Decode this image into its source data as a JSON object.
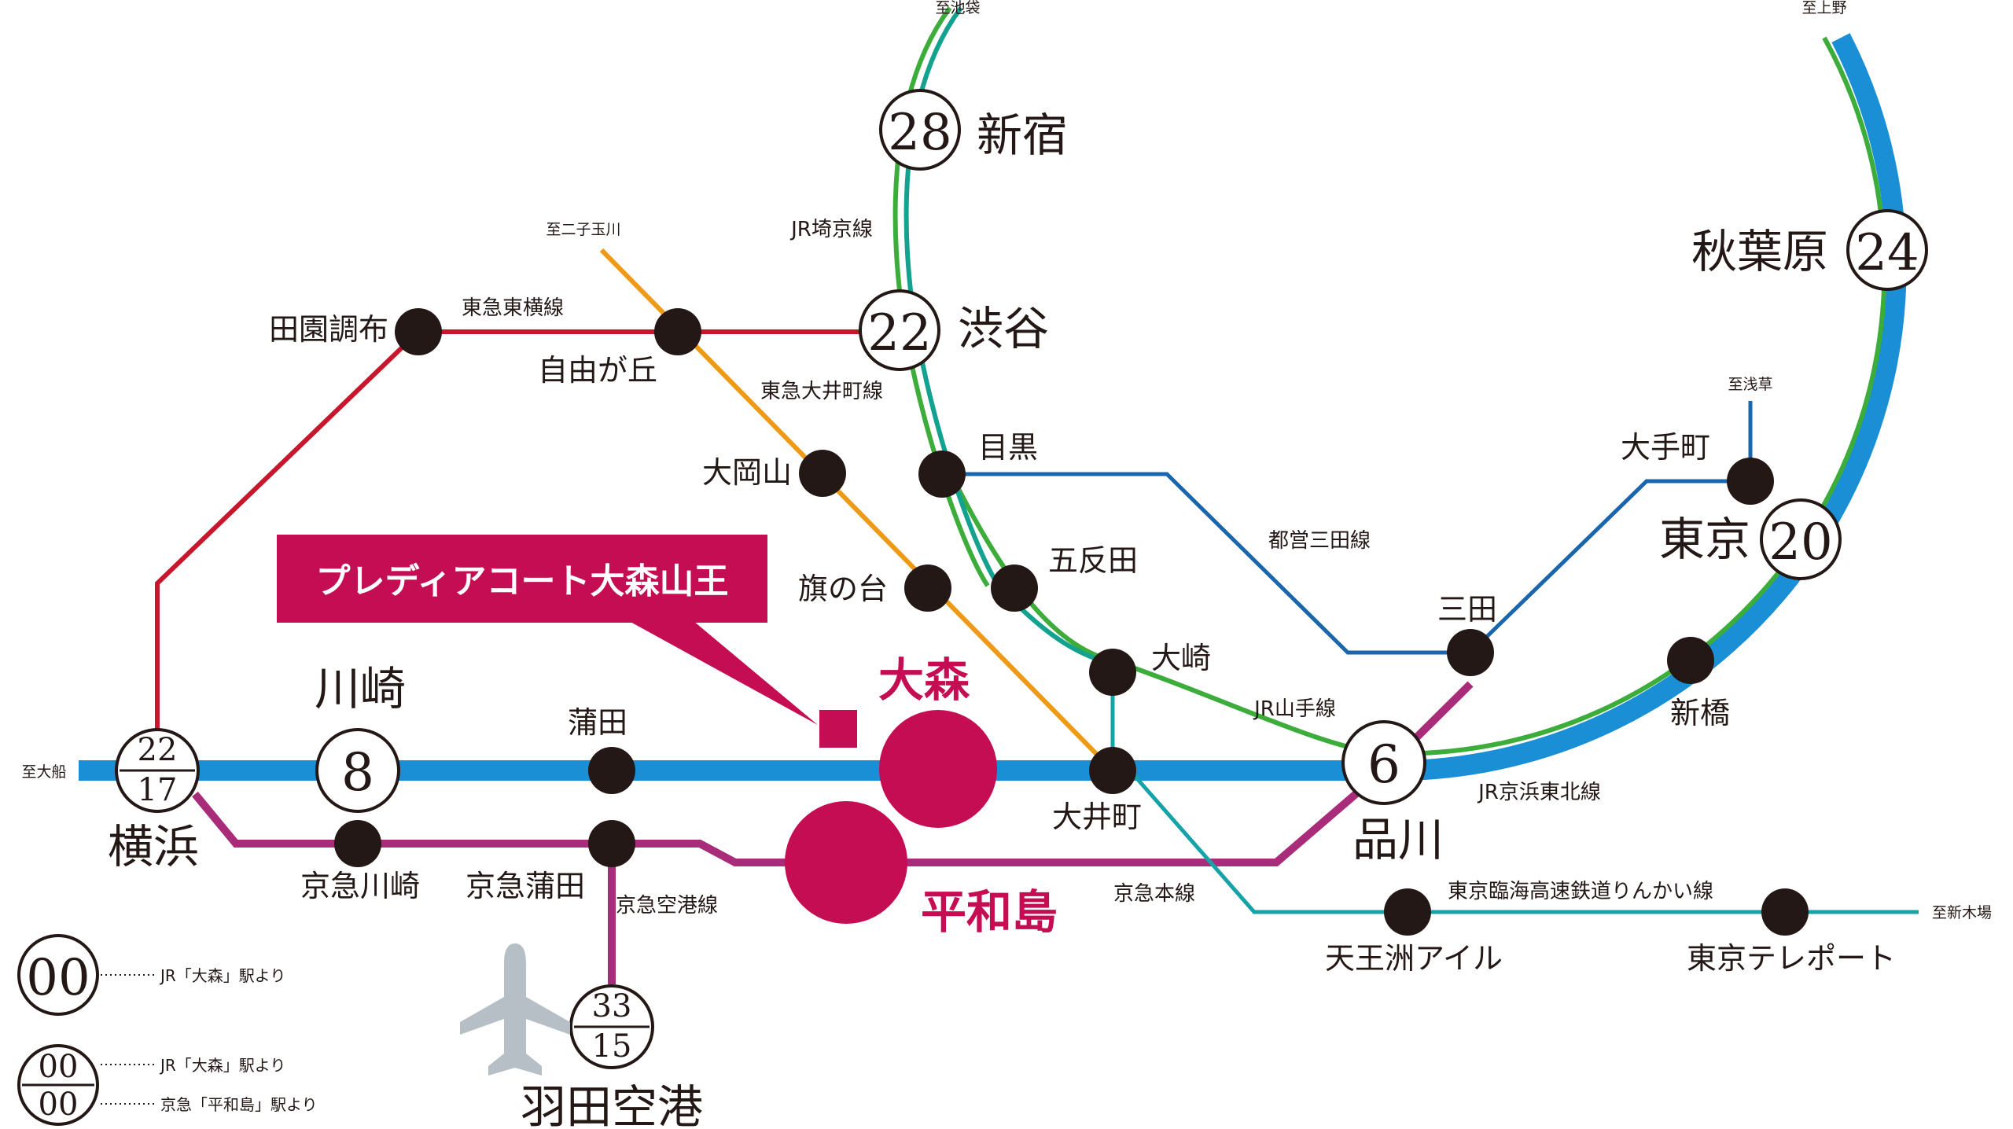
{
  "colors": {
    "jr_keihin_tohoku": "#1a8fd5",
    "jr_yamanote": "#3cac3a",
    "jr_saikyo": "#13a28f",
    "tokyu_toyoko": "#c8172c",
    "tokyu_oimachi": "#ee9a16",
    "toei_mita": "#1a66ad",
    "keikyu": "#a82c7a",
    "rinkai": "#16a3a8",
    "accent": "#c40d52",
    "station": "#231815"
  },
  "directions": {
    "ikebukuro": "至池袋",
    "ueno": "至上野",
    "futakotamagawa": "至二子玉川",
    "asakusa": "至浅草",
    "ofuna": "至大船",
    "shinkiba": "至新木場"
  },
  "lines": {
    "saikyo": "JR埼京線",
    "toyoko": "東急東横線",
    "oimachi": "東急大井町線",
    "mita": "都営三田線",
    "yamanote": "JR山手線",
    "keihin_tohoku": "JR京浜東北線",
    "keikyu_main": "京急本線",
    "keikyu_airport": "京急空港線",
    "rinkai": "東京臨海高速鉄道りんかい線"
  },
  "stations": {
    "shinjuku": {
      "name": "新宿",
      "minutes": "28"
    },
    "shibuya": {
      "name": "渋谷",
      "minutes": "22"
    },
    "akihabara": {
      "name": "秋葉原",
      "minutes": "24"
    },
    "tokyo": {
      "name": "東京",
      "minutes": "20"
    },
    "shinagawa": {
      "name": "品川",
      "minutes": "6"
    },
    "kawasaki": {
      "name": "川崎",
      "minutes": "8"
    },
    "yokohama": {
      "name": "横浜",
      "minutes_jr": "22",
      "minutes_keikyu": "17"
    },
    "haneda": {
      "name": "羽田空港",
      "minutes_jr": "33",
      "minutes_keikyu": "15"
    },
    "denenchofu": "田園調布",
    "jiyugaoka": "自由が丘",
    "ookayama": "大岡山",
    "hatanodai": "旗の台",
    "meguro": "目黒",
    "gotanda": "五反田",
    "osaki": "大崎",
    "oimachi": "大井町",
    "mita": "三田",
    "otemachi": "大手町",
    "shimbashi": "新橋",
    "kamata": "蒲田",
    "keikyu_kawasaki": "京急川崎",
    "keikyu_kamata": "京急蒲田",
    "tennozu_isle": "天王洲アイル",
    "tokyo_teleport": "東京テレポート",
    "omori": "大森",
    "heiwajima": "平和島"
  },
  "property": {
    "name": "プレディアコート大森山王"
  },
  "legend": {
    "single_placeholder": "00",
    "double_top_placeholder": "00",
    "double_bottom_placeholder": "00",
    "from_jr_omori": "JR「大森」駅より",
    "from_jr_omori_2": "JR「大森」駅より",
    "from_keikyu_heiwajima": "京急「平和島」駅より"
  }
}
